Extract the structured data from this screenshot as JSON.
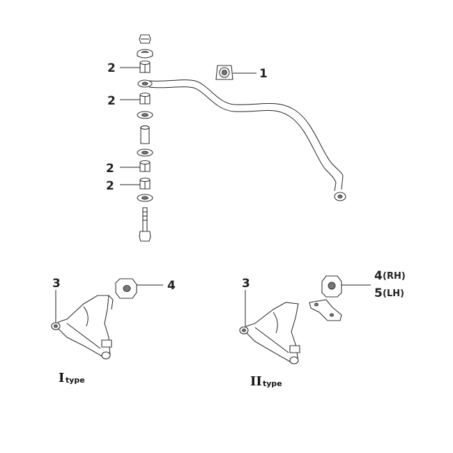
{
  "callouts": {
    "c1": "1",
    "c2a": "2",
    "c2b": "2",
    "c2c": "2",
    "c2d": "2",
    "c3a": "3",
    "c4a": "4",
    "c3b": "3",
    "c4b": "4",
    "c4b_side": "(RH)",
    "c5": "5",
    "c5_side": "(LH)"
  },
  "types": {
    "type1_roman": "I",
    "type1_word": "type",
    "type2_roman": "II",
    "type2_word": "type"
  }
}
